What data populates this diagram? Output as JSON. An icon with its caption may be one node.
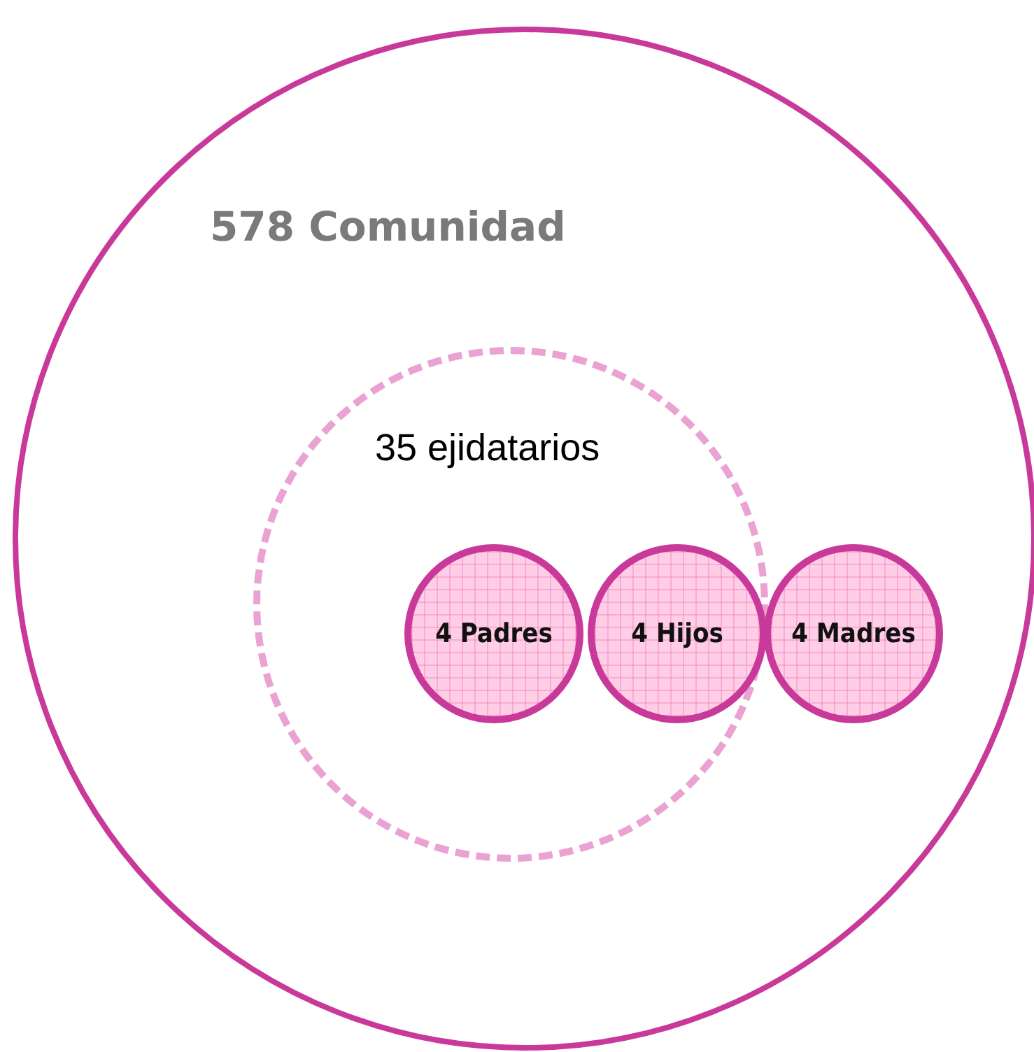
{
  "diagram": {
    "nodes": [
      {
        "text": [
          "578 Comunidad"
        ]
      },
      {
        "text": [
          "35 ejidatarios"
        ],
        "in": 0
      },
      {
        "text": [
          "4 Padres"
        ],
        "in": 1
      },
      {
        "text": [
          "4 Hijos"
        ],
        "in": 1
      },
      {
        "text": [
          "4 Madres"
        ],
        "in": 0
      }
    ]
  }
}
